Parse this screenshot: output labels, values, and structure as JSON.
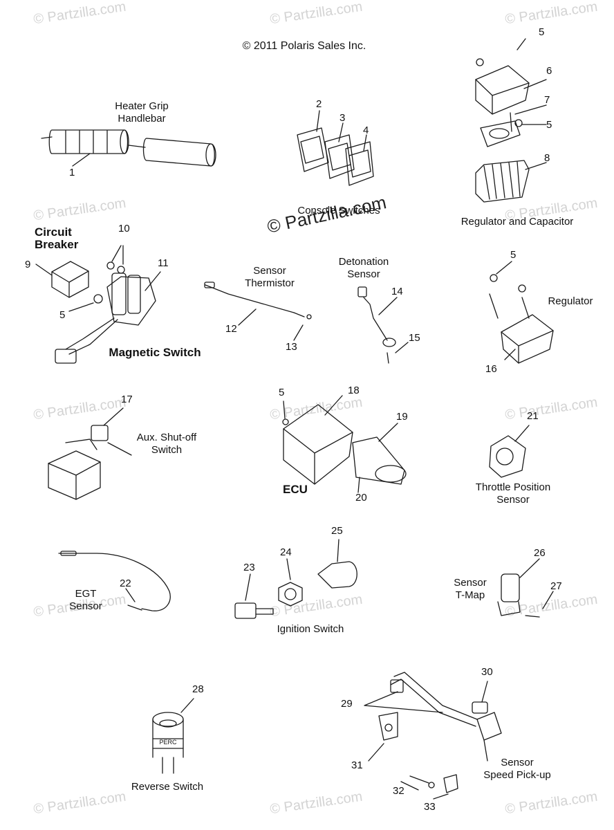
{
  "copyright": "© 2011 Polaris Sales Inc.",
  "watermark": "© Partzilla.com",
  "groups": {
    "heater_grip": [
      "Heater Grip",
      "Handlebar"
    ],
    "console_switches": "Console Switches",
    "regulator_capacitor": "Regulator and Capacitor",
    "circuit_breaker": [
      "Circuit",
      "Breaker"
    ],
    "magnetic_switch": "Magnetic Switch",
    "sensor_thermistor": [
      "Sensor",
      "Thermistor"
    ],
    "detonation_sensor": [
      "Detonation",
      "Sensor"
    ],
    "regulator": "Regulator",
    "aux_shutoff": [
      "Aux. Shut-off",
      "Switch"
    ],
    "ecu": "ECU",
    "throttle_position": [
      "Throttle Position",
      "Sensor"
    ],
    "egt_sensor": [
      "EGT",
      "Sensor"
    ],
    "ignition_switch": "Ignition Switch",
    "sensor_tmap": [
      "Sensor",
      "T-Map"
    ],
    "reverse_switch": "Reverse Switch",
    "speed_pickup": [
      "Sensor",
      "Speed Pick-up"
    ],
    "perc_label": "PERC"
  },
  "callouts": [
    "1",
    "2",
    "3",
    "4",
    "5",
    "6",
    "7",
    "5",
    "8",
    "10",
    "9",
    "11",
    "5",
    "12",
    "13",
    "14",
    "15",
    "5",
    "16",
    "17",
    "5",
    "18",
    "19",
    "20",
    "21",
    "22",
    "23",
    "24",
    "25",
    "26",
    "27",
    "28",
    "29",
    "30",
    "31",
    "32",
    "33"
  ]
}
